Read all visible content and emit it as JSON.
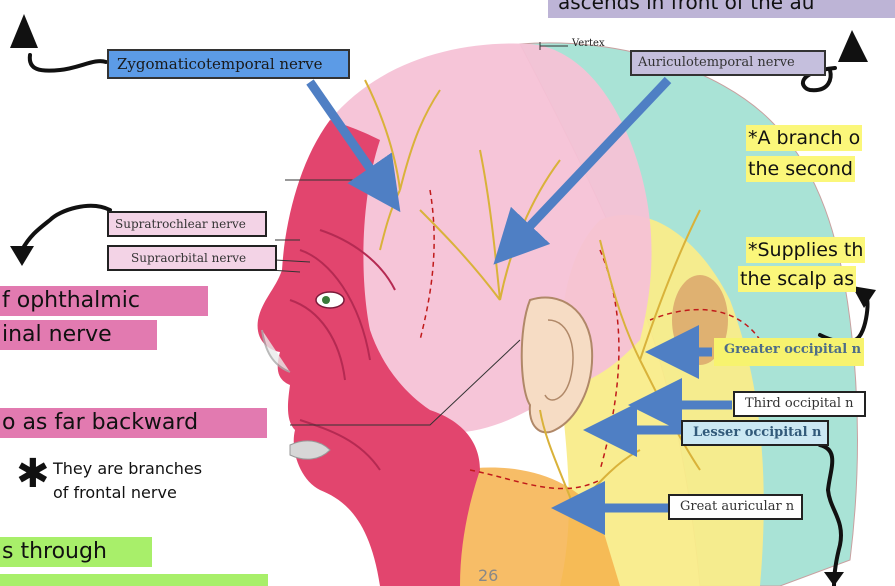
{
  "colors": {
    "pink_highlight": "#e27ab0",
    "green_highlight": "#a8ef6a",
    "yellow_highlight": "#fbf77a",
    "lavender_box": "#bdb4d6",
    "blue_arrow": "#4f7fc4",
    "skin": "#f6dcc4",
    "muscle": "#e2456e",
    "teal_zone": "#a9e3d6",
    "yellow_zone": "#f9ec8a",
    "orange_zone": "#f6b14c",
    "nerve": "#d9b23a"
  },
  "labels": {
    "zygomaticotemporal": "Zygomaticotemporal nerve",
    "auriculotemporal": "Auriculotemporal nerve",
    "vertex": "Vertex",
    "supratrochlear": "Supratrochlear nerve",
    "supraorbital": "Supraorbital nerve",
    "greater_occipital": "Greater occipital n",
    "third_occipital": "Third occipital n",
    "lesser_occipital": "Lesser occipital n",
    "great_auricular": "Great auricular n"
  },
  "notes": {
    "top_banner": "ascends in front of the au",
    "branch_note_1": "*A branch o",
    "branch_note_2": "the second",
    "supplies_note_1": "*Supplies th",
    "supplies_note_2": "the scalp as",
    "ophthalmic_1": "f ophthalmic",
    "ophthalmic_2": "inal nerve",
    "backward": "o as far backward",
    "frontal_1": "They are  branches",
    "frontal_2": "of frontal nerve",
    "through": "s through",
    "page_number": "26"
  },
  "icons": {
    "asterisk": "asterisk-icon",
    "curved_arrow": "curved-arrow-icon"
  }
}
